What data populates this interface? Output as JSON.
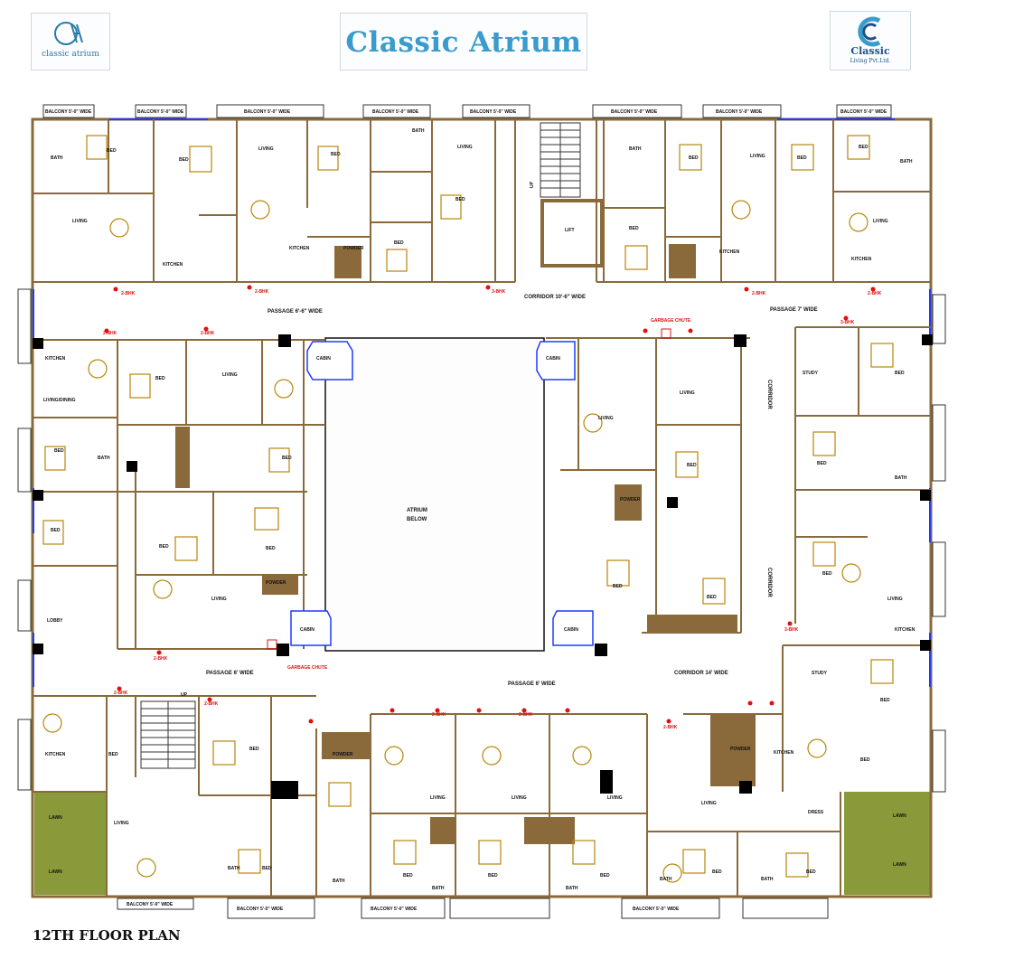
{
  "header": {
    "title": "Classic Atrium",
    "left_logo_text": "classic atrium",
    "right_logo_text": "Classic",
    "right_logo_subtext": "Living Pvt.Ltd.",
    "logo_colors": {
      "title": "#3a9ccc",
      "brand_blue": "#1d4f8a"
    }
  },
  "caption": "12TH FLOOR PLAN",
  "colors": {
    "wall": "#8a6a3a",
    "window_blue": "#1e3cff",
    "furniture": "#b8860b",
    "lawn": "#8a9a3a",
    "column": "#000000",
    "marker_red": "#e01010"
  },
  "circulation": {
    "corridor_top": "CORRIDOR 10'-6\" WIDE",
    "passage_top_left": "PASSAGE 6'-6\" WIDE",
    "passage_top_right": "PASSAGE 7' WIDE",
    "passage_mid_left": "PASSAGE 6' WIDE",
    "passage_mid_center": "PASSAGE 6' WIDE",
    "corridor_mid_right": "CORRIDOR 14' WIDE",
    "corridor_right_a": "CORRIDOR",
    "corridor_right_b": "CORRIDOR",
    "atrium_a": "ATRIUM",
    "atrium_b": "BELOW",
    "lift": "LIFT",
    "up_a": "UP",
    "up_b": "UP",
    "garbage_a": "GARBAGE CHUTE",
    "garbage_b": "GARBAGE CHUTE"
  },
  "balconies": [
    "BALCONY 5'-0\" WIDE",
    "BALCONY 5'-0\" WIDE",
    "BALCONY 5'-0\" WIDE",
    "BALCONY 5'-0\" WIDE",
    "BALCONY 5'-0\" WIDE",
    "BALCONY 5'-0\" WIDE",
    "BALCONY 5'-0\" WIDE",
    "BALCONY 5'-0\" WIDE",
    "BALCONY 5'-0\" WIDE",
    "BALCONY 5'-0\" WIDE",
    "BALCONY 5'-0\" WIDE",
    "BALCONY 5'-0\" WIDE"
  ],
  "lawns": [
    "LAWN",
    "LAWN",
    "LAWN",
    "LAWN"
  ],
  "units": [
    "2-BHK",
    "2-BHK",
    "3-BHK",
    "2-BHK",
    "2-BHK",
    "2-BHK",
    "2-BHK",
    "3-BHK",
    "3-BHK",
    "2-BHK",
    "2-BHK",
    "2-BHK",
    "2-BHK",
    "2-BHK",
    "2-BHK"
  ],
  "rooms": {
    "bed": "BED",
    "bath": "BATH",
    "living": "LIVING",
    "kitchen": "KITCHEN",
    "dining": "LIVING/DINING",
    "lobby": "LOBBY",
    "study": "STUDY",
    "powder": "POWDER",
    "cabin": "CABIN",
    "dress": "DRESS"
  }
}
